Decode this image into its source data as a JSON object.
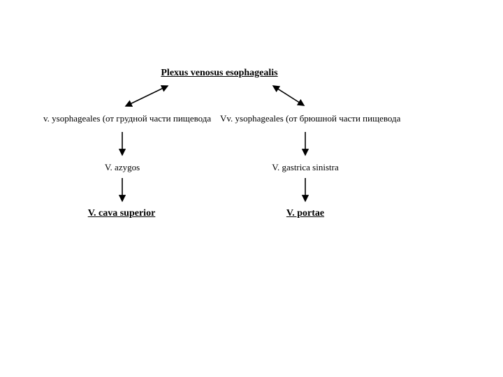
{
  "slide": {
    "background_color": "#ffffff",
    "text_color": "#000000",
    "arrow_color": "#000000"
  },
  "diagram": {
    "title": "Plexus venosus esophagealis",
    "branches": [
      {
        "side": "left",
        "source": "v. ysophageales (от грудной части пищевода",
        "intermediate": "V. azygos",
        "terminal": "V. cava superior"
      },
      {
        "side": "right",
        "source": "Vv. ysophageales (от брюшной части пищевода",
        "intermediate": "V. gastrica sinistra",
        "terminal": "V. portae"
      }
    ]
  }
}
